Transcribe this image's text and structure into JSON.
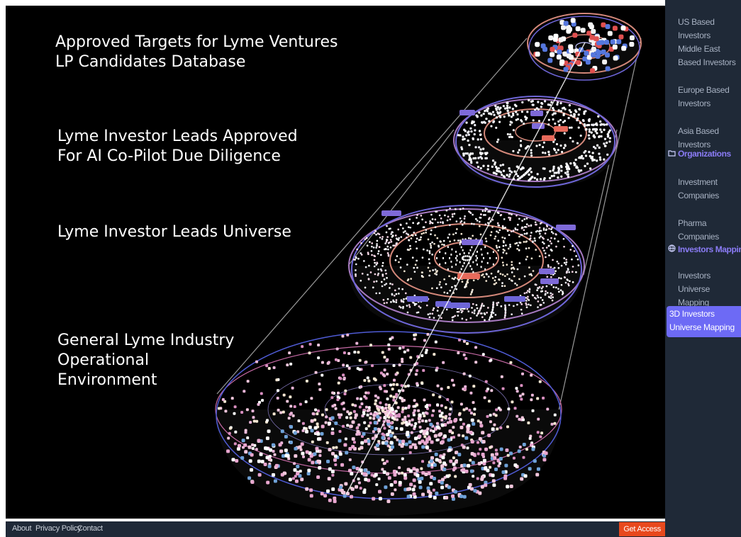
{
  "layers": [
    {
      "label": "Approved Targets for Lyme Ventures\nLP Candidates Database"
    },
    {
      "label": "Lyme Investor Leads Approved\nFor AI Co-Pilot Due Diligence"
    },
    {
      "label": "Lyme Investor Leads Universe"
    },
    {
      "label": "General Lyme Industry\nOperational\nEnvironment"
    }
  ],
  "sidebar": {
    "items_top": [
      {
        "label": "US Based Investors"
      },
      {
        "label": "Middle East Based Investors"
      },
      {
        "label": "Europe Based Investors"
      },
      {
        "label": "Asia Based Investors"
      }
    ],
    "section_organizations": "Organizations",
    "items_org": [
      {
        "label": "Investment Companies"
      },
      {
        "label": "Pharma Companies"
      }
    ],
    "section_mapping": "Investors Mapping",
    "items_mapping": [
      {
        "label": "Investors Universe Mapping"
      },
      {
        "label": "3D Investors Universe Mapping"
      }
    ]
  },
  "footer": {
    "about": "About",
    "privacy": "Privacy Policy",
    "contact": "Contact",
    "cta": "Get Access"
  },
  "icons": {
    "organizations": "folder-icon",
    "mapping": "globe-icon"
  },
  "colors": {
    "accent": "#6d6af5",
    "cta": "#e8491d",
    "sidebar_bg": "#1f2937",
    "canvas_bg": "#000000"
  }
}
